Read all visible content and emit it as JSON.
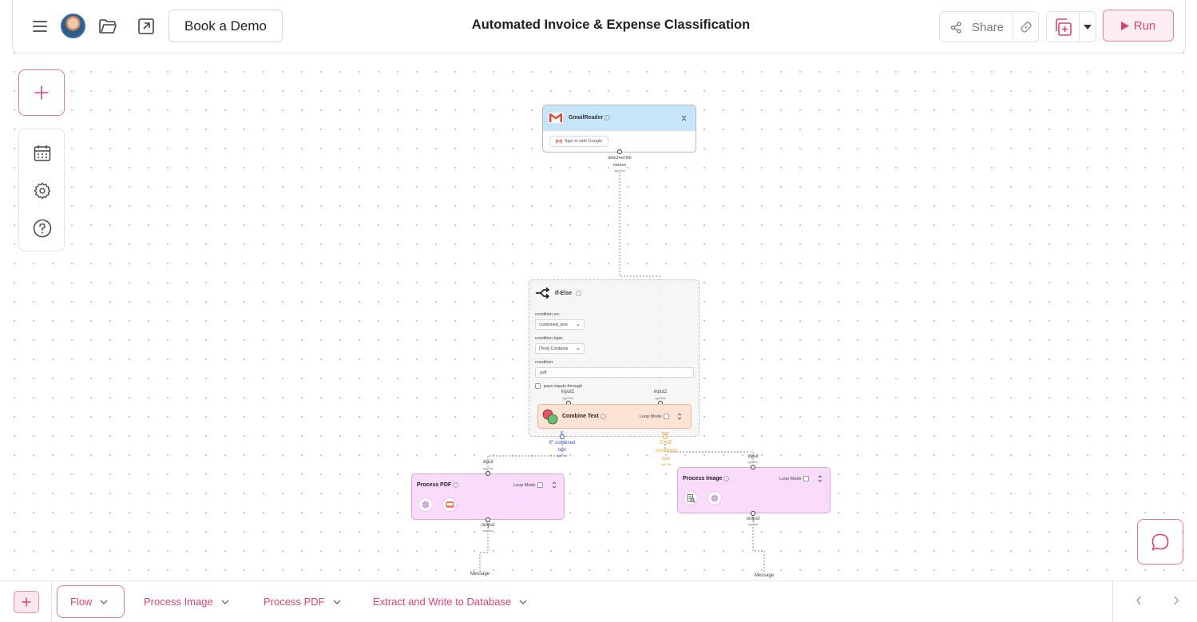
{
  "header": {
    "title": "Automated Invoice & Expense Classification",
    "demo_label": "Book a Demo",
    "share_label": "Share",
    "run_label": "Run"
  },
  "nodes": {
    "gmail": {
      "title": "GmailReader",
      "signin_label": "Sign in with Google",
      "output_label_line1": "attached file",
      "output_label_line2": "names",
      "output_type": "typeText"
    },
    "ifelse": {
      "title": "If-Else",
      "condition_on_label": "condition on:",
      "condition_on_value": "combined_text",
      "condition_type_label": "condition type:",
      "condition_type_value": "[Text] Contains",
      "condition_label": "condition:",
      "condition_value": ".pdf",
      "pass_label": "pass inputs through",
      "if_port_label": "IF",
      "if_output_line1": "IF combined",
      "if_output_line2": "text",
      "else_port_label": "true",
      "else_output_line1": "ELSE",
      "else_output_line2": "combined",
      "else_output_line3": "text",
      "out_type": "typeText"
    },
    "combine": {
      "title": "Combine Text",
      "loop_label": "Loop Mode",
      "input1": "input1",
      "input2": "input2",
      "in_type": "typeText"
    },
    "process_pdf": {
      "title": "Process PDF",
      "loop_label": "Loop Mode",
      "input_label": "input",
      "output_label": "output",
      "port_type": "typeText",
      "message_label": "Message"
    },
    "process_image": {
      "title": "Process Image",
      "loop_label": "Loop Mode",
      "input_label": "input",
      "output_label": "output",
      "port_type": "typeText",
      "message_label": "Message"
    }
  },
  "tabs": [
    {
      "label": "Flow",
      "active": true
    },
    {
      "label": "Process Image",
      "active": false
    },
    {
      "label": "Process PDF",
      "active": false
    },
    {
      "label": "Extract and Write to Database",
      "active": false
    }
  ],
  "colors": {
    "accent": "#d6476f",
    "gmail_header": "#c6e5f8",
    "combine_node": "#fde3d4",
    "process_node": "#f9dcfb",
    "if_branch": "#3b4fd6",
    "else_branch": "#e8a23a"
  },
  "icons": [
    "menu-icon",
    "avatar",
    "folder-icon",
    "external-link-icon",
    "share-icon",
    "link-icon",
    "copy-add-icon",
    "chevron-down-icon",
    "play-icon",
    "plus-icon",
    "calendar-icon",
    "gear-icon",
    "help-icon",
    "chat-icon",
    "gmail-icon",
    "branch-icon",
    "close-icon",
    "document-search-icon",
    "chip-icon",
    "database-icon"
  ]
}
